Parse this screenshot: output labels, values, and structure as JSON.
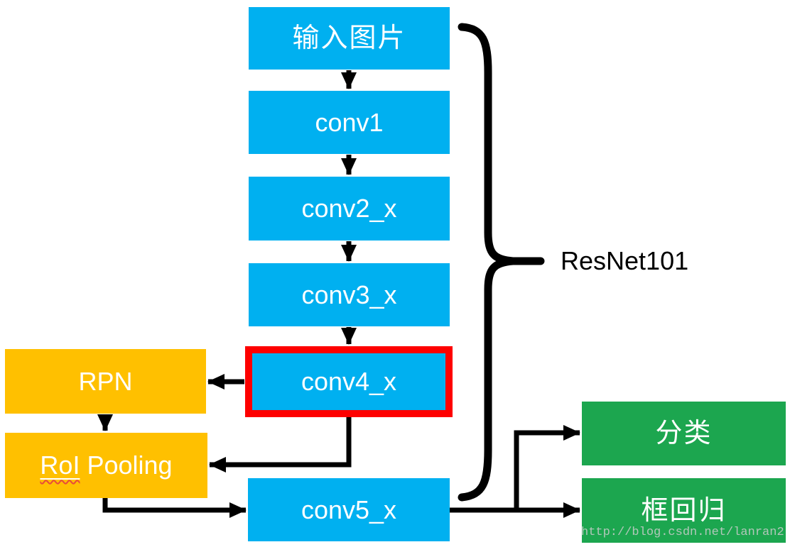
{
  "diagram": {
    "backbone_label": "ResNet101",
    "watermark": "http://blog.csdn.net/lanran2",
    "colors": {
      "node_blue": "#00B0F0",
      "node_orange": "#FFC000",
      "node_green": "#1CA64F",
      "highlight_red": "#FE0000",
      "connector_black": "#000000"
    },
    "nodes": {
      "input": "输入图片",
      "conv1": "conv1",
      "conv2": "conv2_x",
      "conv3": "conv3_x",
      "conv4": "conv4_x",
      "conv5": "conv5_x",
      "rpn": "RPN",
      "roi_word": "RoI",
      "pooling_word": "Pooling",
      "classify": "分类",
      "bbox_reg": "框回归"
    }
  }
}
